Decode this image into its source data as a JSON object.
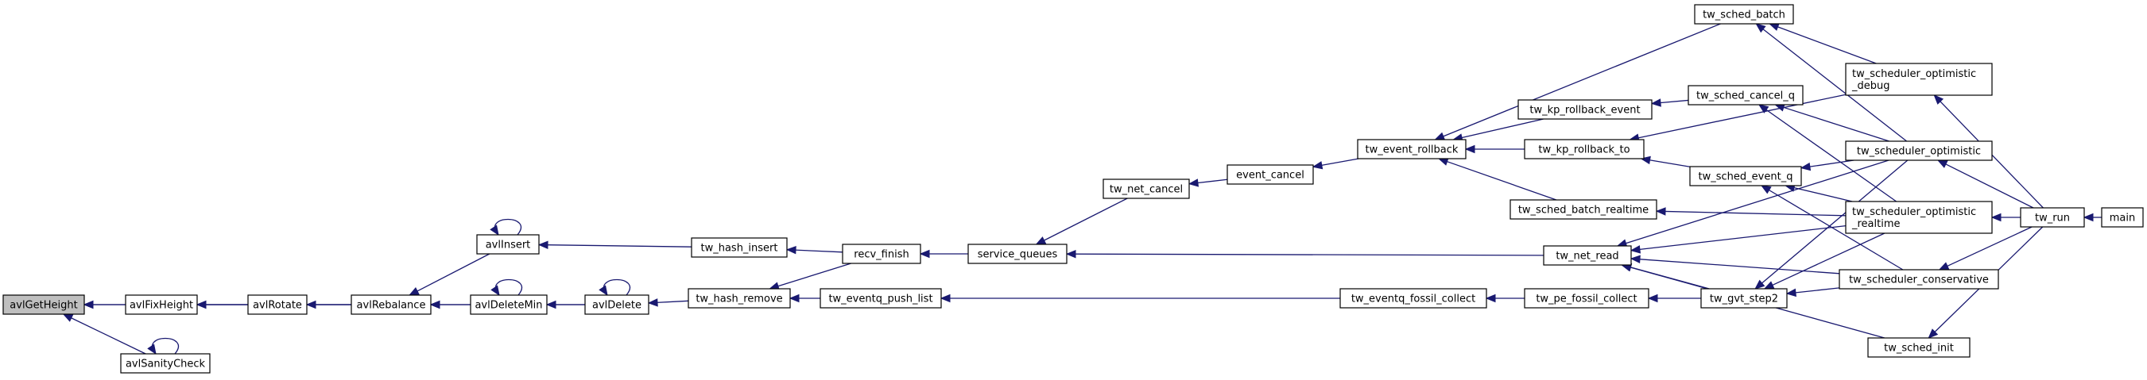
{
  "graph": {
    "colors": {
      "edge": "#191970",
      "node_fill": "#ffffff",
      "highlight_fill": "#bfbfbf",
      "node_border": "#000000"
    },
    "nodes": [
      {
        "id": "avlGetHeight",
        "label": "avlGetHeight",
        "highlight": true
      },
      {
        "id": "avlFixHeight",
        "label": "avlFixHeight"
      },
      {
        "id": "avlSanityCheck",
        "label": "avlSanityCheck"
      },
      {
        "id": "avlRotate",
        "label": "avlRotate"
      },
      {
        "id": "avlRebalance",
        "label": "avlRebalance"
      },
      {
        "id": "avlInsert",
        "label": "avlInsert"
      },
      {
        "id": "avlDeleteMin",
        "label": "avlDeleteMin"
      },
      {
        "id": "avlDelete",
        "label": "avlDelete"
      },
      {
        "id": "tw_hash_insert",
        "label": "tw_hash_insert"
      },
      {
        "id": "tw_hash_remove",
        "label": "tw_hash_remove"
      },
      {
        "id": "recv_finish",
        "label": "recv_finish"
      },
      {
        "id": "tw_eventq_push_list",
        "label": "tw_eventq_push_list"
      },
      {
        "id": "service_queues",
        "label": "service_queues"
      },
      {
        "id": "tw_net_cancel",
        "label": "tw_net_cancel"
      },
      {
        "id": "event_cancel",
        "label": "event_cancel"
      },
      {
        "id": "tw_event_rollback",
        "label": "tw_event_rollback"
      },
      {
        "id": "tw_eventq_fossil_collect",
        "label": "tw_eventq_fossil_collect"
      },
      {
        "id": "tw_pe_fossil_collect",
        "label": "tw_pe_fossil_collect"
      },
      {
        "id": "tw_net_read",
        "label": "tw_net_read"
      },
      {
        "id": "tw_kp_rollback_event",
        "label": "tw_kp_rollback_event"
      },
      {
        "id": "tw_kp_rollback_to",
        "label": "tw_kp_rollback_to"
      },
      {
        "id": "tw_sched_batch_realtime",
        "label": "tw_sched_batch_realtime"
      },
      {
        "id": "tw_sched_batch",
        "label": "tw_sched_batch"
      },
      {
        "id": "tw_sched_cancel_q",
        "label": "tw_sched_cancel_q"
      },
      {
        "id": "tw_sched_event_q",
        "label": "tw_sched_event_q"
      },
      {
        "id": "tw_gvt_step2",
        "label": "tw_gvt_step2"
      },
      {
        "id": "tw_scheduler_optimistic_debug",
        "label": "tw_scheduler_optimistic\n_debug"
      },
      {
        "id": "tw_scheduler_optimistic",
        "label": "tw_scheduler_optimistic"
      },
      {
        "id": "tw_scheduler_optimistic_realtime",
        "label": "tw_scheduler_optimistic\n_realtime"
      },
      {
        "id": "tw_scheduler_conservative",
        "label": "tw_scheduler_conservative"
      },
      {
        "id": "tw_sched_init",
        "label": "tw_sched_init"
      },
      {
        "id": "tw_run",
        "label": "tw_run"
      },
      {
        "id": "main",
        "label": "main"
      }
    ],
    "edges": [
      [
        "avlFixHeight",
        "avlGetHeight"
      ],
      [
        "avlSanityCheck",
        "avlGetHeight"
      ],
      [
        "avlRebalance",
        "avlGetHeight"
      ],
      [
        "avlSanityCheck",
        "avlSanityCheck"
      ],
      [
        "avlRotate",
        "avlFixHeight"
      ],
      [
        "avlRebalance",
        "avlFixHeight"
      ],
      [
        "avlRebalance",
        "avlRotate"
      ],
      [
        "avlInsert",
        "avlRebalance"
      ],
      [
        "avlDeleteMin",
        "avlRebalance"
      ],
      [
        "avlDelete",
        "avlRebalance"
      ],
      [
        "avlInsert",
        "avlInsert"
      ],
      [
        "avlDeleteMin",
        "avlDeleteMin"
      ],
      [
        "avlDelete",
        "avlDelete"
      ],
      [
        "avlDelete",
        "avlDeleteMin"
      ],
      [
        "tw_hash_insert",
        "avlInsert"
      ],
      [
        "tw_hash_remove",
        "avlDelete"
      ],
      [
        "recv_finish",
        "tw_hash_insert"
      ],
      [
        "recv_finish",
        "tw_hash_remove"
      ],
      [
        "tw_eventq_push_list",
        "tw_hash_remove"
      ],
      [
        "service_queues",
        "recv_finish"
      ],
      [
        "tw_eventq_fossil_collect",
        "tw_eventq_push_list"
      ],
      [
        "tw_net_cancel",
        "service_queues"
      ],
      [
        "tw_net_read",
        "service_queues"
      ],
      [
        "event_cancel",
        "tw_net_cancel"
      ],
      [
        "tw_event_rollback",
        "event_cancel"
      ],
      [
        "tw_kp_rollback_event",
        "tw_event_rollback"
      ],
      [
        "tw_kp_rollback_to",
        "tw_event_rollback"
      ],
      [
        "tw_sched_batch_realtime",
        "tw_event_rollback"
      ],
      [
        "tw_sched_batch",
        "tw_event_rollback"
      ],
      [
        "tw_pe_fossil_collect",
        "tw_eventq_fossil_collect"
      ],
      [
        "tw_gvt_step2",
        "tw_pe_fossil_collect"
      ],
      [
        "tw_sched_cancel_q",
        "tw_kp_rollback_event"
      ],
      [
        "tw_sched_event_q",
        "tw_kp_rollback_to"
      ],
      [
        "tw_scheduler_optimistic_debug",
        "tw_kp_rollback_to"
      ],
      [
        "tw_scheduler_optimistic_realtime",
        "tw_sched_batch_realtime"
      ],
      [
        "tw_scheduler_optimistic",
        "tw_sched_batch"
      ],
      [
        "tw_scheduler_optimistic_debug",
        "tw_sched_batch"
      ],
      [
        "tw_scheduler_optimistic",
        "tw_sched_cancel_q"
      ],
      [
        "tw_scheduler_optimistic_realtime",
        "tw_sched_cancel_q"
      ],
      [
        "tw_scheduler_optimistic",
        "tw_sched_event_q"
      ],
      [
        "tw_scheduler_optimistic_realtime",
        "tw_sched_event_q"
      ],
      [
        "tw_scheduler_conservative",
        "tw_sched_event_q"
      ],
      [
        "tw_gvt_step2",
        "tw_net_read"
      ],
      [
        "tw_scheduler_optimistic",
        "tw_net_read"
      ],
      [
        "tw_scheduler_optimistic_realtime",
        "tw_net_read"
      ],
      [
        "tw_scheduler_conservative",
        "tw_net_read"
      ],
      [
        "tw_sched_init",
        "tw_net_read"
      ],
      [
        "tw_scheduler_optimistic",
        "tw_gvt_step2"
      ],
      [
        "tw_scheduler_optimistic_realtime",
        "tw_gvt_step2"
      ],
      [
        "tw_scheduler_conservative",
        "tw_gvt_step2"
      ],
      [
        "tw_run",
        "tw_scheduler_optimistic"
      ],
      [
        "tw_run",
        "tw_scheduler_optimistic_realtime"
      ],
      [
        "tw_run",
        "tw_scheduler_conservative"
      ],
      [
        "tw_run",
        "tw_scheduler_optimistic_debug"
      ],
      [
        "tw_run",
        "tw_sched_init"
      ],
      [
        "main",
        "tw_run"
      ]
    ]
  }
}
